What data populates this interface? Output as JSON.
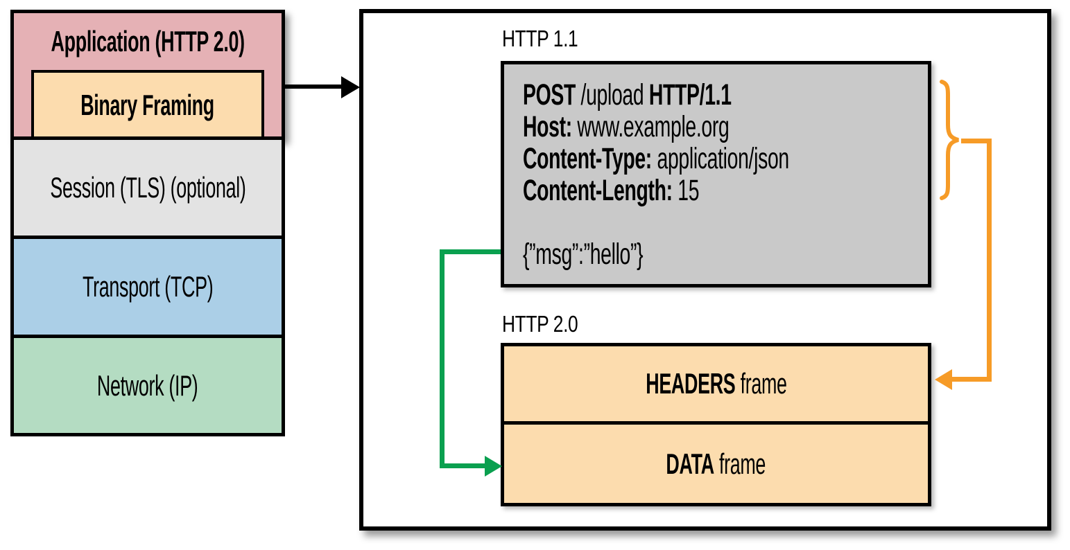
{
  "stack": {
    "layers": [
      {
        "id": "application",
        "label": "Application (HTTP 2.0)",
        "fill": "#e5b1b5"
      },
      {
        "id": "binary-framing",
        "label": "Binary Framing",
        "fill": "#fcdcae"
      },
      {
        "id": "session",
        "label": "Session (TLS) (optional)",
        "fill": "#e3e3e3"
      },
      {
        "id": "transport",
        "label": "Transport (TCP)",
        "fill": "#abcfe7"
      },
      {
        "id": "network",
        "label": "Network (IP)",
        "fill": "#b4dcc2"
      }
    ]
  },
  "http11_section": {
    "label": "HTTP 1.1",
    "request": {
      "method": "POST",
      "target": "/upload",
      "version": "HTTP/1.1",
      "headers": [
        {
          "name": "Host:",
          "value": "www.example.org"
        },
        {
          "name": "Content-Type:",
          "value": "application/json"
        },
        {
          "name": "Content-Length:",
          "value": "15"
        }
      ],
      "body": "{”msg”:”hello”}",
      "box_fill": "#c9c9c9"
    }
  },
  "http20_section": {
    "label": "HTTP 2.0",
    "frames": [
      {
        "keyword": "HEADERS",
        "suffix": "frame"
      },
      {
        "keyword": "DATA",
        "suffix": "frame"
      }
    ],
    "box_fill": "#fcdcae"
  },
  "connectors": {
    "headers_flow_color": "#f69b27",
    "body_flow_color": "#0aa04f",
    "stack_to_box_color": "#000000"
  }
}
